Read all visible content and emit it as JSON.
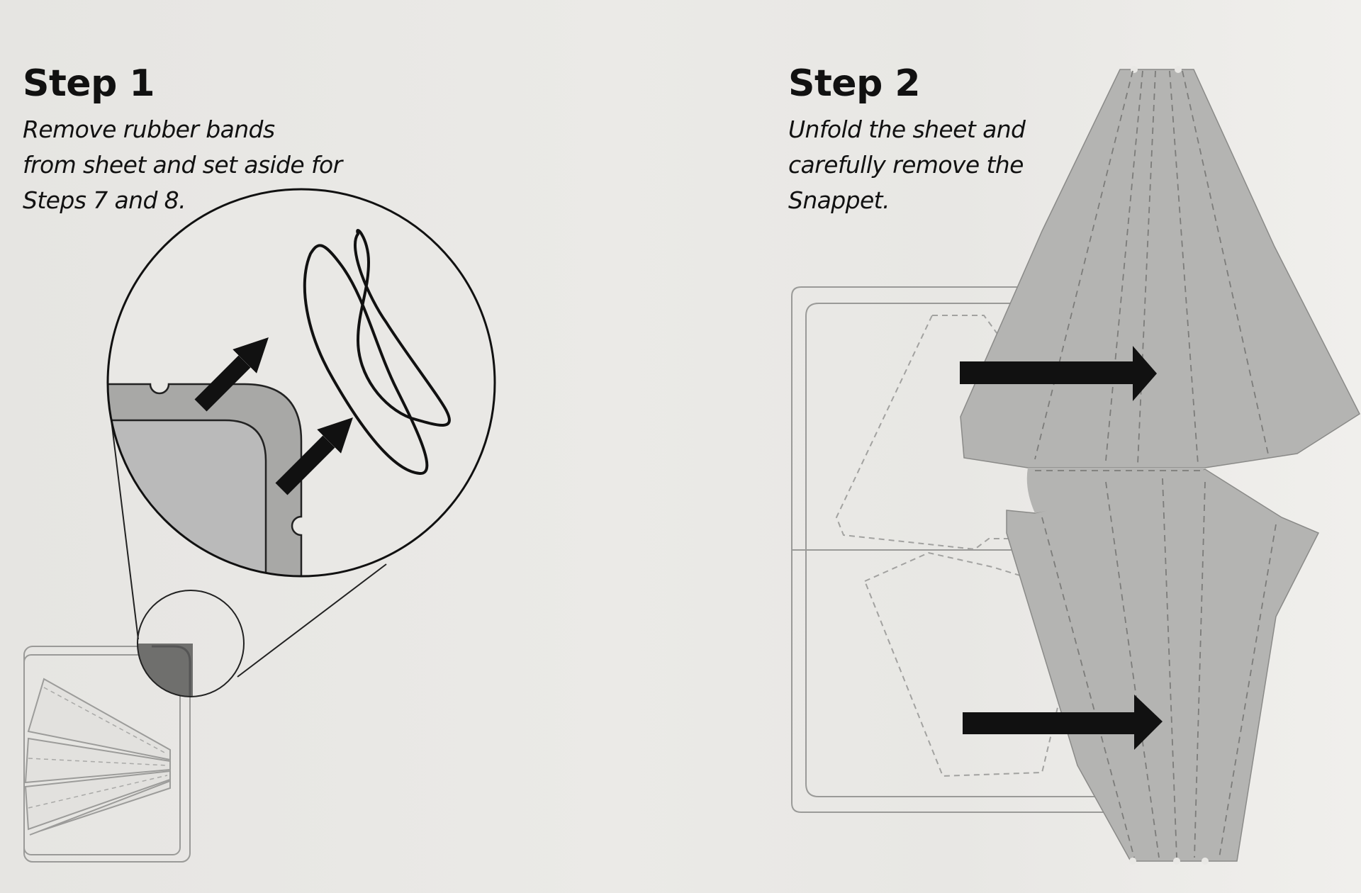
{
  "steps": [
    {
      "title": "Step 1",
      "lines": [
        "Remove rubber bands",
        "from sheet and set aside for",
        "Steps 7 and 8."
      ]
    },
    {
      "title": "Step 2",
      "lines": [
        "Unfold the sheet and",
        "carefully remove the",
        "Snappet."
      ]
    }
  ],
  "colors": {
    "paper": "#e9e8e5",
    "sheet_gray": "#b4b4b2",
    "line_gray": "#8e8e8c",
    "ink": "#111111"
  }
}
